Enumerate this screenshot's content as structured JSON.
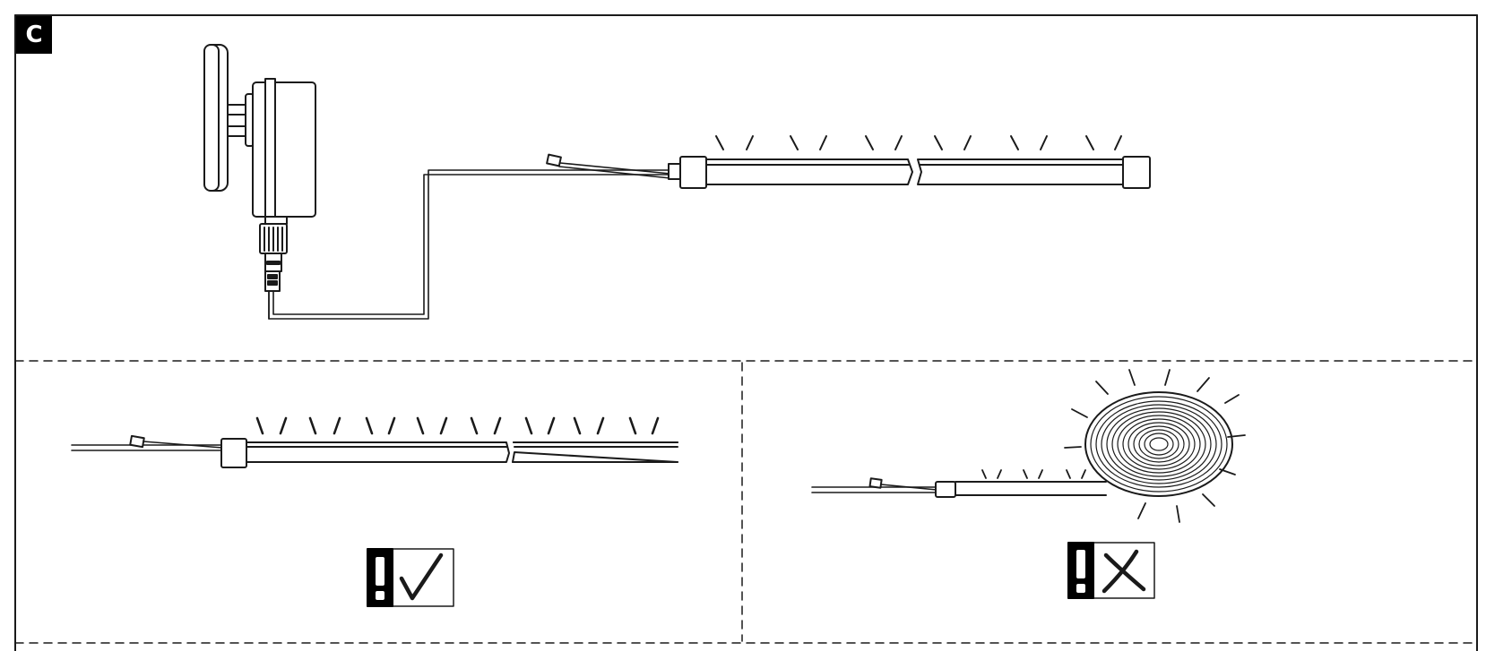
{
  "figure": {
    "section_label": "C",
    "panels": [
      {
        "name": "connection-overview",
        "content": "adapter-cable-led-strip"
      },
      {
        "name": "unrolled-strip",
        "verdict": "correct",
        "verdict_icon": "check-icon",
        "warning_icon": "exclamation-icon"
      },
      {
        "name": "coiled-strip",
        "verdict": "incorrect",
        "verdict_icon": "cross-icon",
        "warning_icon": "exclamation-icon"
      }
    ],
    "colors": {
      "line": "#1a1a1a",
      "fill": "#ffffff",
      "badge": "#000000"
    }
  }
}
